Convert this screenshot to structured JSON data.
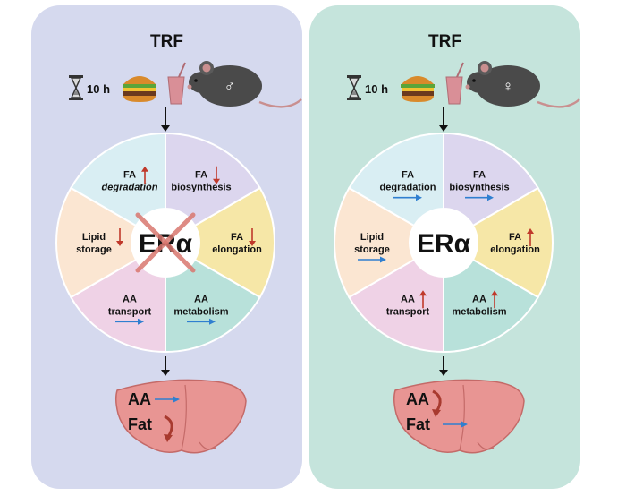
{
  "panels": [
    {
      "id": "left",
      "title": "TRF",
      "duration": "10 h",
      "sex_symbol": "♂",
      "center_label": "ERα",
      "center_crossed": true,
      "segments": [
        {
          "key": "fa-biosynthesis",
          "lines": [
            "FA",
            "biosynthesis"
          ],
          "italic_line": -1,
          "arrow": "down"
        },
        {
          "key": "fa-elongation",
          "lines": [
            "FA",
            "elongation"
          ],
          "italic_line": -1,
          "arrow": "down"
        },
        {
          "key": "aa-metabolism",
          "lines": [
            "AA",
            "metabolism"
          ],
          "italic_line": -1,
          "arrow": "right"
        },
        {
          "key": "aa-transport",
          "lines": [
            "AA",
            "transport"
          ],
          "italic_line": -1,
          "arrow": "right"
        },
        {
          "key": "lipid-storage",
          "lines": [
            "Lipid",
            "storage"
          ],
          "italic_line": -1,
          "arrow": "down"
        },
        {
          "key": "fa-degradation",
          "lines": [
            "FA",
            "degradation"
          ],
          "italic_line": 1,
          "arrow": "up"
        }
      ],
      "liver": {
        "rows": [
          {
            "label": "AA",
            "arrow": "right"
          },
          {
            "label": "Fat",
            "arrow": "curve-down"
          }
        ]
      }
    },
    {
      "id": "right",
      "title": "TRF",
      "duration": "10 h",
      "sex_symbol": "♀",
      "center_label": "ERα",
      "center_crossed": false,
      "segments": [
        {
          "key": "fa-biosynthesis",
          "lines": [
            "FA",
            "biosynthesis"
          ],
          "italic_line": -1,
          "arrow": "right"
        },
        {
          "key": "fa-elongation",
          "lines": [
            "FA",
            "elongation"
          ],
          "italic_line": -1,
          "arrow": "up"
        },
        {
          "key": "aa-metabolism",
          "lines": [
            "AA",
            "metabolism"
          ],
          "italic_line": -1,
          "arrow": "up"
        },
        {
          "key": "aa-transport",
          "lines": [
            "AA",
            "transport"
          ],
          "italic_line": -1,
          "arrow": "up"
        },
        {
          "key": "lipid-storage",
          "lines": [
            "Lipid",
            "storage"
          ],
          "italic_line": -1,
          "arrow": "right"
        },
        {
          "key": "fa-degradation",
          "lines": [
            "FA",
            "degradation"
          ],
          "italic_line": -1,
          "arrow": "right"
        }
      ],
      "liver": {
        "rows": [
          {
            "label": "AA",
            "arrow": "curve-down"
          },
          {
            "label": "Fat",
            "arrow": "right"
          }
        ]
      }
    }
  ],
  "colors": {
    "segments": [
      "#dcd6ee",
      "#f6e7a7",
      "#b8e1da",
      "#efd2e6",
      "#fbe6d2",
      "#d9eef3"
    ],
    "down_arrow": "#c0392b",
    "up_arrow": "#c0392b",
    "right_arrow": "#2f7fd0",
    "liver": "#e89593",
    "cross": "#d9776f"
  },
  "icons": [
    "hourglass-icon",
    "burger-icon",
    "drink-cup-icon",
    "mouse-icon",
    "liver-icon"
  ]
}
